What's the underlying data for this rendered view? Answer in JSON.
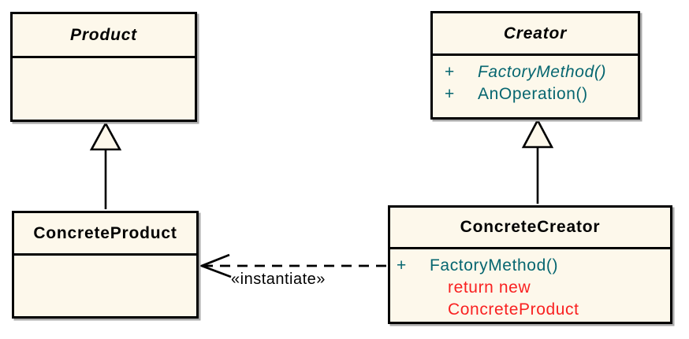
{
  "colors": {
    "box_fill": "#FDF8EB",
    "border": "#000000",
    "method_color": "#066670",
    "note_color": "#F92121",
    "background": "#FFFFFF"
  },
  "icons": {
    "inheritance_arrow": "hollow-triangle-generalization-arrow",
    "instantiate_arrow": "dashed-open-dependency-arrow"
  },
  "classes": {
    "product": {
      "name": "Product",
      "abstract": true
    },
    "creator": {
      "name": "Creator",
      "abstract": true,
      "methods": [
        {
          "visibility": "+",
          "signature": "FactoryMethod()",
          "abstract": true
        },
        {
          "visibility": "+",
          "signature": "AnOperation()",
          "abstract": false
        }
      ]
    },
    "concrete_product": {
      "name": "ConcreteProduct",
      "abstract": false
    },
    "concrete_creator": {
      "name": "ConcreteCreator",
      "abstract": false,
      "methods": [
        {
          "visibility": "+",
          "signature": "FactoryMethod()",
          "abstract": false
        }
      ],
      "note_lines": [
        "return new",
        "ConcreteProduct"
      ]
    }
  },
  "relationships": {
    "instantiate_label": "«instantiate»",
    "generalizations": [
      {
        "from": "ConcreteProduct",
        "to": "Product"
      },
      {
        "from": "ConcreteCreator",
        "to": "Creator"
      }
    ],
    "dependency": {
      "from": "ConcreteCreator",
      "to": "ConcreteProduct",
      "label": "«instantiate»"
    }
  }
}
